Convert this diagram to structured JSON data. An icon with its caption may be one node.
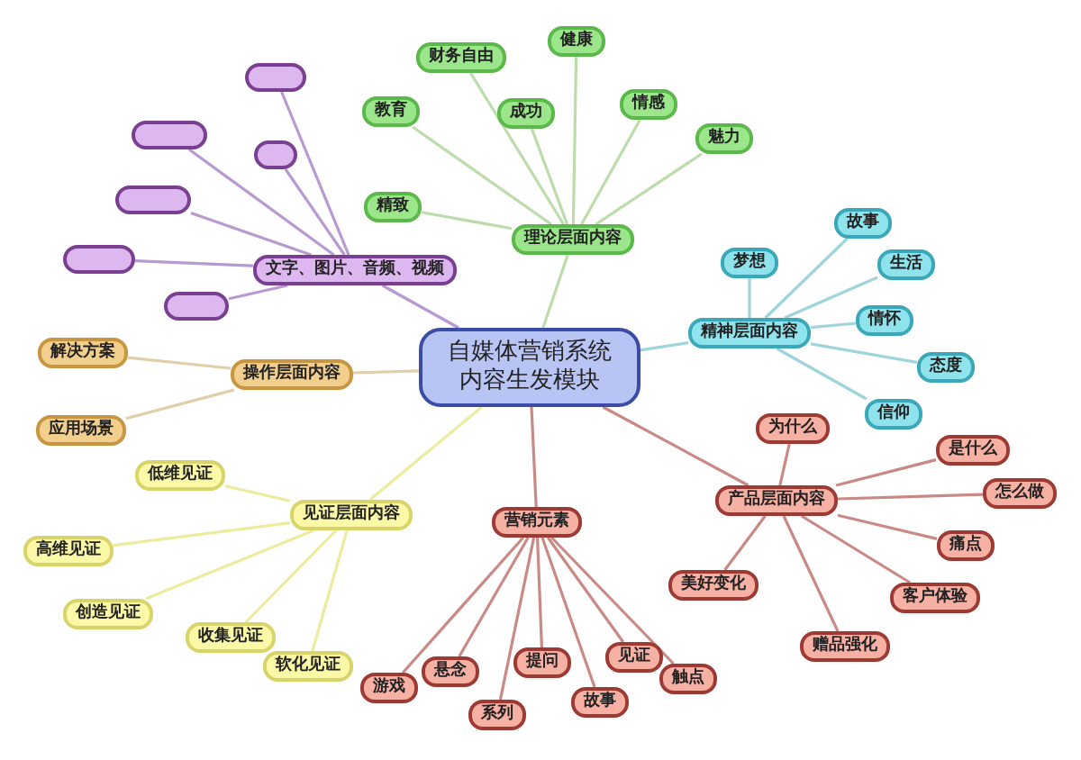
{
  "diagram": {
    "nodes": [
      {
        "text": [
          "自媒体营销系统",
          "内容生发模块"
        ]
      },
      {
        "text": [
          "文字、图片、音频、视频"
        ]
      },
      {
        "text": [],
        "shape": "box"
      },
      {
        "text": [],
        "shape": "box"
      },
      {
        "text": [],
        "shape": "box"
      },
      {
        "text": [],
        "shape": "box"
      },
      {
        "text": [],
        "shape": "box"
      },
      {
        "text": [],
        "shape": "box"
      },
      {
        "text": [
          "理论层面内容"
        ]
      },
      {
        "text": [
          "财务自由"
        ]
      },
      {
        "text": [
          "健康"
        ]
      },
      {
        "text": [
          "教育"
        ]
      },
      {
        "text": [
          "成功"
        ]
      },
      {
        "text": [
          "情感"
        ]
      },
      {
        "text": [
          "魅力"
        ]
      },
      {
        "text": [
          "精致"
        ]
      },
      {
        "text": [
          "精神层面内容"
        ]
      },
      {
        "text": [
          "梦想"
        ]
      },
      {
        "text": [
          "故事"
        ]
      },
      {
        "text": [
          "生活"
        ]
      },
      {
        "text": [
          "情怀"
        ]
      },
      {
        "text": [
          "态度"
        ]
      },
      {
        "text": [
          "信仰"
        ]
      },
      {
        "text": [
          "操作层面内容"
        ]
      },
      {
        "text": [
          "解决方案"
        ]
      },
      {
        "text": [
          "应用场景"
        ]
      },
      {
        "text": [
          "见证层面内容"
        ]
      },
      {
        "text": [
          "低维见证"
        ]
      },
      {
        "text": [
          "高维见证"
        ]
      },
      {
        "text": [
          "创造见证"
        ]
      },
      {
        "text": [
          "收集见证"
        ]
      },
      {
        "text": [
          "软化见证"
        ]
      },
      {
        "text": [
          "营销元素"
        ]
      },
      {
        "text": [
          "游戏"
        ]
      },
      {
        "text": [
          "悬念"
        ]
      },
      {
        "text": [
          "系列"
        ]
      },
      {
        "text": [
          "提问"
        ]
      },
      {
        "text": [
          "故事"
        ]
      },
      {
        "text": [
          "见证"
        ]
      },
      {
        "text": [
          "触点"
        ]
      },
      {
        "text": [
          "产品层面内容"
        ]
      },
      {
        "text": [
          "为什么"
        ]
      },
      {
        "text": [
          "是什么"
        ]
      },
      {
        "text": [
          "怎么做"
        ]
      },
      {
        "text": [
          "痛点"
        ]
      },
      {
        "text": [
          "客户体验"
        ]
      },
      {
        "text": [
          "赠品强化"
        ]
      },
      {
        "text": [
          "美好变化"
        ]
      }
    ],
    "edges": [
      {
        "from": 0,
        "to": 1,
        "arrow": "none",
        "color": "#b89ad0"
      },
      {
        "from": 1,
        "to": 2,
        "arrow": "none",
        "color": "#b89ad0"
      },
      {
        "from": 1,
        "to": 3,
        "arrow": "none",
        "color": "#b89ad0"
      },
      {
        "from": 1,
        "to": 4,
        "arrow": "none",
        "color": "#b89ad0"
      },
      {
        "from": 1,
        "to": 5,
        "arrow": "none",
        "color": "#b89ad0"
      },
      {
        "from": 1,
        "to": 6,
        "arrow": "none",
        "color": "#b89ad0"
      },
      {
        "from": 1,
        "to": 7,
        "arrow": "none",
        "color": "#b89ad0"
      },
      {
        "from": 0,
        "to": 8,
        "arrow": "none",
        "color": "#bcdcaa"
      },
      {
        "from": 8,
        "to": 9,
        "arrow": "none",
        "color": "#bcdcaa"
      },
      {
        "from": 8,
        "to": 10,
        "arrow": "none",
        "color": "#bcdcaa"
      },
      {
        "from": 8,
        "to": 11,
        "arrow": "none",
        "color": "#bcdcaa"
      },
      {
        "from": 8,
        "to": 12,
        "arrow": "none",
        "color": "#bcdcaa"
      },
      {
        "from": 8,
        "to": 13,
        "arrow": "none",
        "color": "#bcdcaa"
      },
      {
        "from": 8,
        "to": 14,
        "arrow": "none",
        "color": "#bcdcaa"
      },
      {
        "from": 8,
        "to": 15,
        "arrow": "none",
        "color": "#bcdcaa"
      },
      {
        "from": 0,
        "to": 16,
        "arrow": "none",
        "color": "#9fd4dc"
      },
      {
        "from": 16,
        "to": 17,
        "arrow": "none",
        "color": "#9fd4dc"
      },
      {
        "from": 16,
        "to": 18,
        "arrow": "none",
        "color": "#9fd4dc"
      },
      {
        "from": 16,
        "to": 19,
        "arrow": "none",
        "color": "#9fd4dc"
      },
      {
        "from": 16,
        "to": 20,
        "arrow": "none",
        "color": "#9fd4dc"
      },
      {
        "from": 16,
        "to": 21,
        "arrow": "none",
        "color": "#9fd4dc"
      },
      {
        "from": 16,
        "to": 22,
        "arrow": "none",
        "color": "#9fd4dc"
      },
      {
        "from": 0,
        "to": 23,
        "arrow": "none",
        "color": "#e0cfa8"
      },
      {
        "from": 23,
        "to": 24,
        "arrow": "none",
        "color": "#e0cfa8"
      },
      {
        "from": 23,
        "to": 25,
        "arrow": "none",
        "color": "#e0cfa8"
      },
      {
        "from": 0,
        "to": 26,
        "arrow": "none",
        "color": "#ecec9e"
      },
      {
        "from": 26,
        "to": 27,
        "arrow": "none",
        "color": "#ecec9e"
      },
      {
        "from": 26,
        "to": 28,
        "arrow": "none",
        "color": "#ecec9e"
      },
      {
        "from": 26,
        "to": 29,
        "arrow": "none",
        "color": "#ecec9e"
      },
      {
        "from": 26,
        "to": 30,
        "arrow": "none",
        "color": "#ecec9e"
      },
      {
        "from": 26,
        "to": 31,
        "arrow": "none",
        "color": "#ecec9e"
      },
      {
        "from": 0,
        "to": 32,
        "arrow": "none"
      },
      {
        "from": 32,
        "to": 33,
        "arrow": "none"
      },
      {
        "from": 32,
        "to": 34,
        "arrow": "none"
      },
      {
        "from": 32,
        "to": 35,
        "arrow": "none"
      },
      {
        "from": 32,
        "to": 36,
        "arrow": "none"
      },
      {
        "from": 32,
        "to": 37,
        "arrow": "none"
      },
      {
        "from": 32,
        "to": 38,
        "arrow": "none"
      },
      {
        "from": 32,
        "to": 39,
        "arrow": "none"
      },
      {
        "from": 0,
        "to": 40,
        "arrow": "none"
      },
      {
        "from": 40,
        "to": 41,
        "arrow": "none"
      },
      {
        "from": 40,
        "to": 42,
        "arrow": "none"
      },
      {
        "from": 40,
        "to": 43,
        "arrow": "none"
      },
      {
        "from": 40,
        "to": 44,
        "arrow": "none"
      },
      {
        "from": 40,
        "to": 45,
        "arrow": "none"
      },
      {
        "from": 40,
        "to": 46,
        "arrow": "none"
      },
      {
        "from": 40,
        "to": 47,
        "arrow": "none"
      }
    ]
  }
}
